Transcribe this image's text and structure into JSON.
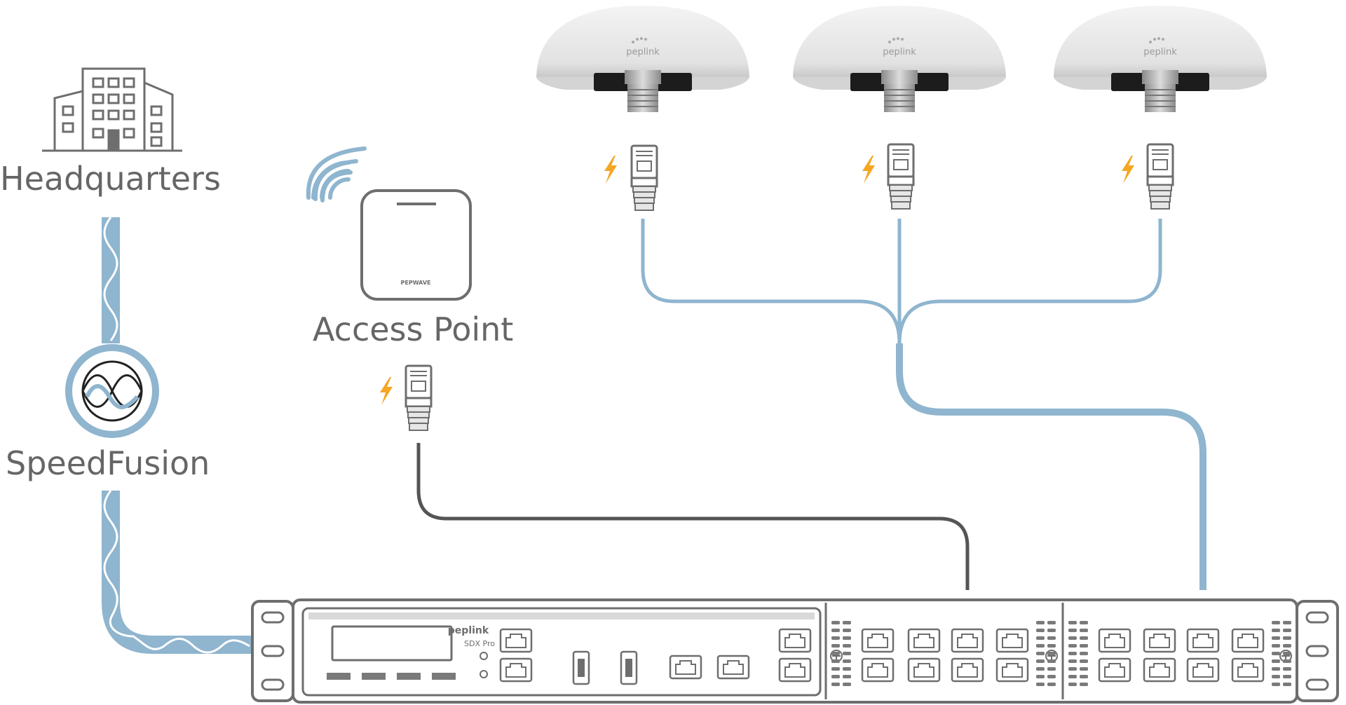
{
  "labels": {
    "headquarters": "Headquarters",
    "speedfusion": "SpeedFusion",
    "access_point": "Access Point"
  },
  "devices": {
    "access_point_brand": "PEPWAVE",
    "antenna_brand": "peplink",
    "router_brand": "peplink",
    "router_model": "SDX Pro"
  },
  "colors": {
    "cable_blue": "#8fb5cf",
    "cable_dark": "#555555",
    "icon_gray": "#6e6e6e",
    "power_bolt": "#f5a623",
    "device_outline": "#6e6e6e"
  },
  "icons": {
    "headquarters": "building-icon",
    "speedfusion": "speedfusion-icon",
    "wifi": "wifi-signal-icon",
    "power": "lightning-bolt-icon"
  }
}
